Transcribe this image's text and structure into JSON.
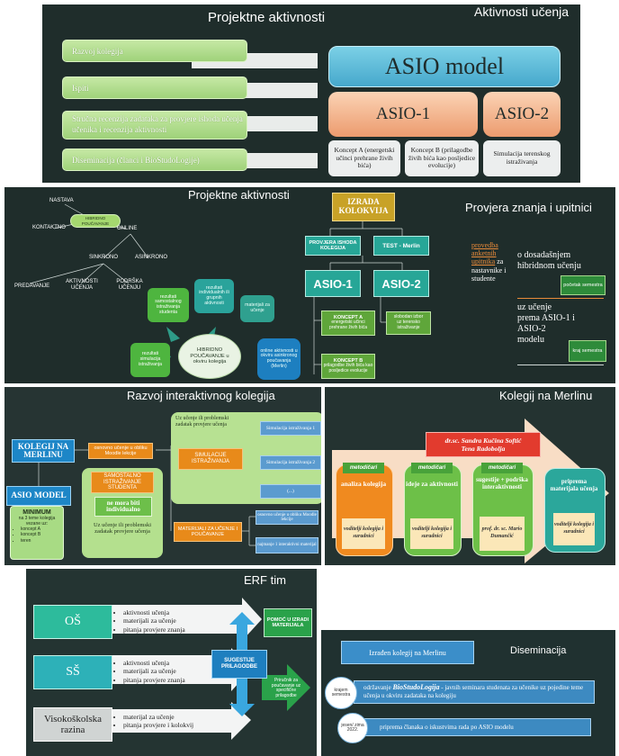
{
  "s1": {
    "left_title": "Projektne aktivnosti",
    "right_title": "Aktivnosti učenja",
    "bars": [
      "Razvoj kolegija",
      "Ispiti",
      "Stručna recenzija zadataka za provjere ishoda učenja učenika i recenzija aktivnosti",
      "Diseminacija (članci i BioStudoLogije)"
    ],
    "asio_model": "ASIO model",
    "asio1": "ASIO-1",
    "asio2": "ASIO-2",
    "concept_a": "Koncept A (energetski učinci prehrane živih bića)",
    "concept_b": "Koncept B (prilagodbe živih bića kao posljedice evolucije)",
    "simulacija": "Simulacija terenskog istraživanja",
    "colors": {
      "bg": "#1f2d2b",
      "green": "#9fd27a",
      "blue": "#58b9d7",
      "orange": "#f0a478",
      "grey": "#eceeee"
    }
  },
  "s2": {
    "left_title": "Projektne aktivnosti",
    "right_title": "Provjera znanja i upitnici",
    "tree": {
      "nastava": "NASTAVA",
      "hibridno": "HIBRIDNO POUČAVANJE",
      "kontaktno": "KONTAKTNO",
      "online": "ONLINE",
      "sinkrono": "SINKRONO",
      "asinkrono": "ASINKRONO",
      "predavanje": "PREDAVANJE",
      "aktivnosti": "AKTIVNOSTI UČENJA",
      "podrska": "PODRŠKA UČENJU"
    },
    "cycle": {
      "center": "HIBRIDNO POUČAVANJE u okviru kolegija",
      "a": "rezultati samostalnog istraživanja studenta",
      "b": "rezultati individualnih ili grupnih aktivnosti",
      "c": "materijali za učenje",
      "d": "online aktivnosti u okviru asinkronog poučavanja (Merlin)",
      "e": "rezultati simulacija istraživanja"
    },
    "izrada": "IZRADA KOLOKVIJA",
    "provjera": "PROVJERA ISHODA KOLEGIJA",
    "test": "TEST - Merlin",
    "asio1": "ASIO-1",
    "asio2": "ASIO-2",
    "koncept_a": "KONCEPT A",
    "koncept_a_sub": "energetski učinci prehrane živih bića",
    "koncept_b": "KONCEPT B",
    "koncept_b_sub": "prilagodbe živih bića kao posljedice evolucije",
    "slobodan": "slobodan izbor",
    "slobodan_sub": "uz terensko istraživanje",
    "provedba": "provedba anketnih upitnika",
    "za_nast": "za nastavnike i studente",
    "o_dosad": "o dosadašnjem hibridnom učenju",
    "pocetak": "početak semestra",
    "uz_ucenje": "uz učenje prema ASIO-1 i ASIO-2 modelu",
    "kraj": "kraj semestra"
  },
  "s3": {
    "title": "Razvoj interaktivnog kolegija",
    "kolegij": "KOLEGIJ NA MERLINU",
    "asio": "ASIO MODEL",
    "minimum": "MINIMUM",
    "min_sub": "na 3 teme kolegija vezane uz:",
    "min_items": [
      "koncept A",
      "koncept B",
      "teren"
    ],
    "osnovno": "osnovno učenje u obliku Moodle lekcije",
    "samostalno": "SAMOSTALNO ISTRAŽIVANJE STUDENTA",
    "ne_mora": "ne mora biti individualno",
    "uz_uc": "Uz učenje ili problemski zadatak provjere učenja",
    "uz_uc2": "Uz učenje ili problemski zadatak provjere učenja",
    "simulacije": "SIMULACIJE ISTRAŽIVANJA",
    "sim1": "Simulacija istraživanja 1",
    "sim2": "Simulacija istraživanja 2",
    "dots": "(...)",
    "materijali": "MATERIJALI ZA UČENJE I POUČAVANJE",
    "osnovno2": "osnovno učenje u obliku Moodle lekcije",
    "najmanje": "najmanje 1 interaktivni materijal"
  },
  "s4": {
    "title": "Kolegij na Merlinu",
    "authors": [
      "dr.sc. Sandra Kučina Softić",
      "Tena Radobolja"
    ],
    "cols": [
      {
        "tag": "metodičari",
        "main": "analiza kolegija",
        "foot": "voditelji kolegija i suradnici"
      },
      {
        "tag": "metodičari",
        "main": "ideje za aktivnosti",
        "foot": "voditelji kolegija i suradnici"
      },
      {
        "tag": "metodičari",
        "main": "sugestije + podrška interaktivnosti",
        "foot": "prof. dr. sc. Mario Dumančić"
      },
      {
        "tag": "",
        "main": "priprema materijala učenja",
        "foot": "voditelji kolegija i suradnici"
      }
    ]
  },
  "s5": {
    "title": "ERF tim",
    "rows": [
      {
        "label": "OŠ",
        "items": [
          "aktivnosti učenja",
          "materijali za učenje",
          "pitanja provjere znanja"
        ]
      },
      {
        "label": "SŠ",
        "items": [
          "aktivnosti učenja",
          "materijali za učenje",
          "pitanja provjere znanja"
        ]
      },
      {
        "label": "Visokoškolska razina",
        "items": [
          "materijal za učenje",
          "pitanja provjere i kolokvij"
        ]
      }
    ],
    "pomoc": "POMOĆ U IZRADI MATERIJALA",
    "sugestije": "SUGESTIJE PRILAGODBE",
    "prirucnik": "Priručnik za poučavanje uz specifične prilagodbe"
  },
  "s6": {
    "izraden": "Izrađen kolegij na Merlinu",
    "title": "Diseminacija",
    "kraj": "krajem semestra",
    "odrzavanje_pre": "održavanje ",
    "bio": "BioStudoLogija",
    "odrzavanje_post": " - javnih seminara studenata za učenike uz pojedine teme učenja u okviru zadataka na kolegiju",
    "jesen": "jesen/ zima 2022.",
    "priprema": "priprema članaka o iskustvima rada po ASIO modelu"
  }
}
